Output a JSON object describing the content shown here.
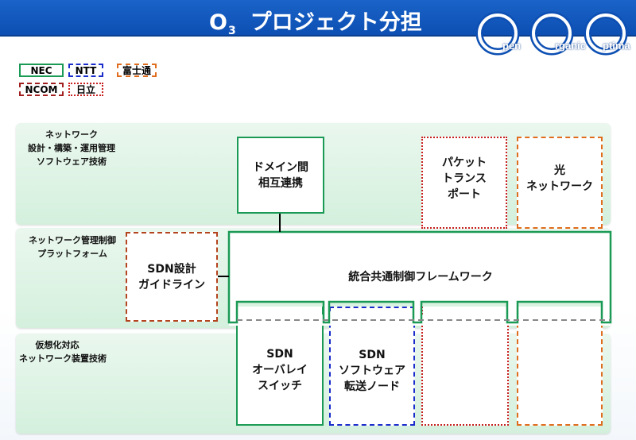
{
  "header": {
    "title_main": "O",
    "title_sub": "3",
    "title_text": "プロジェクト分担"
  },
  "logo": {
    "words": [
      "pen",
      "rganic",
      "ptima"
    ]
  },
  "legend": {
    "nec": "NEC",
    "ntt": "NTT",
    "fujitsu": "富士通",
    "ncom": "NCOM",
    "hitachi": "日立"
  },
  "bands": {
    "band1_label": [
      "ネットワーク",
      "設計・構築・運用管理",
      "ソフトウェア技術"
    ],
    "band2_label": [
      "ネットワーク管理制御",
      "プラットフォーム"
    ],
    "band3_label": [
      "仮想化対応",
      "ネットワーク装置技術"
    ]
  },
  "boxes": {
    "domain": [
      "ドメイン間",
      "相互連携"
    ],
    "packet": [
      "パケット",
      "トランス",
      "ポート"
    ],
    "optical": [
      "光",
      "ネットワーク"
    ],
    "sdn_guide": [
      "SDN設計",
      "ガイドライン"
    ],
    "unified": "統合共通制御フレームワーク",
    "overlay": [
      "SDN",
      "オーバレイ",
      "スイッチ"
    ],
    "softnode": [
      "SDN",
      "ソフトウェア",
      "転送ノード"
    ]
  },
  "colors": {
    "header_blue": "#0d4fb3",
    "nec_green": "#1a9a55",
    "ntt_blue": "#1a2ccc",
    "fujitsu_orange": "#e06d1d",
    "ncom_brown": "#a02020",
    "hitachi_red": "#c82020",
    "band_green": "#d4f0dd"
  }
}
